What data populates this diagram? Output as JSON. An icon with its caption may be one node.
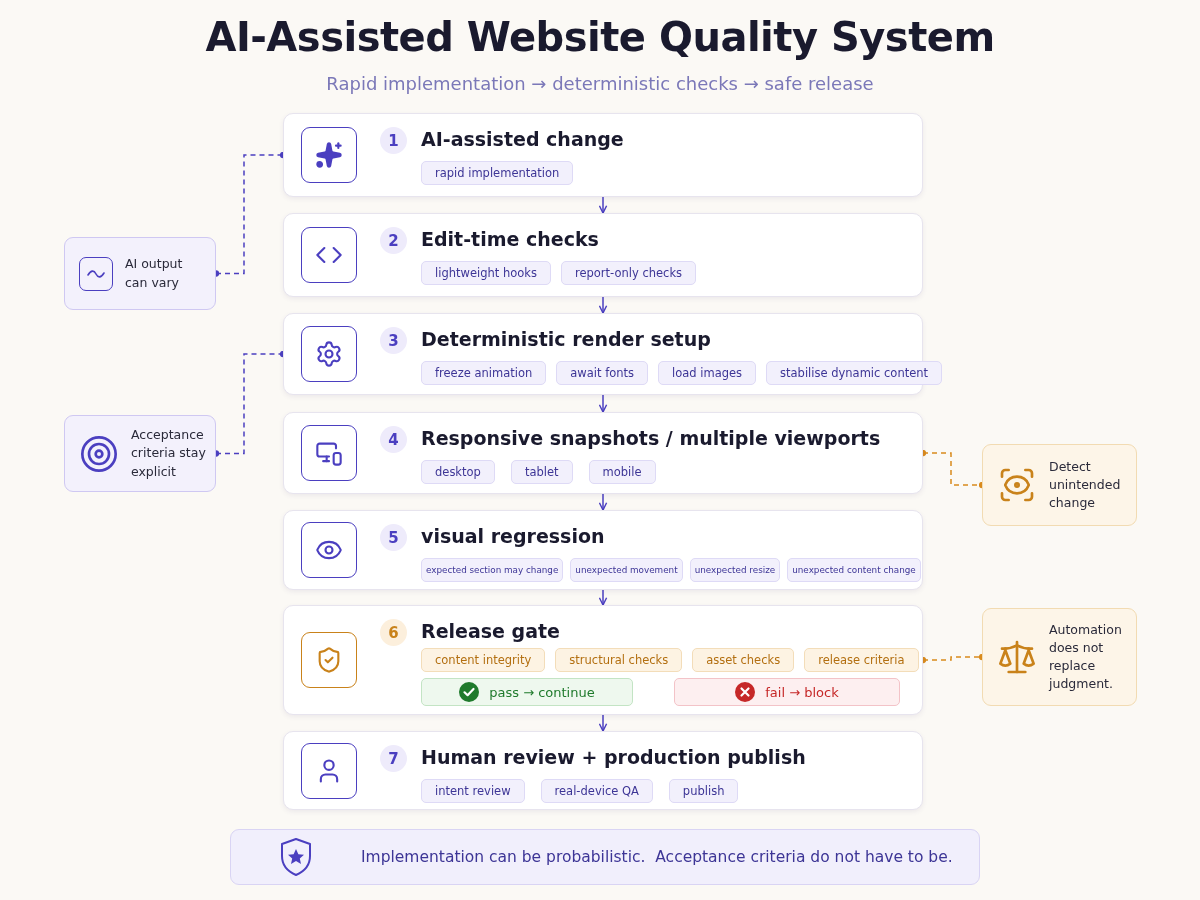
{
  "diagram": {
    "title": "AI-Assisted Website Quality System",
    "nodes": [
      {
        "text": [
          "1",
          "AI-assisted change",
          "rapid implementation"
        ]
      },
      {
        "text": [
          "2",
          "Edit-time checks",
          "lightweight hooks",
          "report-only checks"
        ]
      },
      {
        "text": [
          "3",
          "Deterministic render setup",
          "freeze animation",
          "await fonts",
          "load images",
          "stabilise dynamic content"
        ]
      },
      {
        "text": [
          "4",
          "Responsive snapshots / multiple viewports",
          "desktop",
          "tablet",
          "mobile"
        ]
      },
      {
        "text": [
          "5",
          "visual regression",
          "expected section may change",
          "unexpected movement",
          "unexpected resize",
          "unexpected content change"
        ]
      },
      {
        "text": [
          "6",
          "Release gate",
          "content integrity",
          "structural checks",
          "asset checks",
          "release criteria"
        ]
      },
      {
        "text": [
          "pass → continue"
        ],
        "in": 5
      },
      {
        "text": [
          "fail → block"
        ],
        "in": 5
      },
      {
        "text": [
          "7",
          "Human review + production publish",
          "intent review",
          "real-device QA",
          "publish"
        ]
      },
      {
        "text": [
          "AI output can vary"
        ]
      },
      {
        "text": [
          "Acceptance criteria stay explicit"
        ]
      },
      {
        "text": [
          "Detect unintended change"
        ]
      },
      {
        "text": [
          "Automation does not replace judgment."
        ]
      },
      {
        "text": [
          "Implementation can be probabilistic.  Acceptance criteria do not have to be."
        ]
      }
    ],
    "edges": [
      {
        "from": 0,
        "to": 1,
        "arrow": "to"
      },
      {
        "from": 1,
        "to": 2,
        "arrow": "to"
      },
      {
        "from": 2,
        "to": 3,
        "arrow": "to"
      },
      {
        "from": 3,
        "to": 4,
        "arrow": "to"
      },
      {
        "from": 4,
        "to": 5,
        "arrow": "to"
      },
      {
        "from": 5,
        "to": 8,
        "arrow": "to"
      },
      {
        "from": 9,
        "to": 0,
        "arrow": "other",
        "style": "dashed"
      },
      {
        "from": 10,
        "to": 2,
        "arrow": "other",
        "style": "dashed"
      },
      {
        "from": 3,
        "to": 11,
        "arrow": "other",
        "style": "dashed",
        "color": "#d98a1c"
      },
      {
        "from": 5,
        "to": 12,
        "arrow": "other",
        "style": "dashed",
        "color": "#d98a1c"
      }
    ],
    "labels": [
      "Rapid implementation → deterministic checks → safe release"
    ]
  }
}
